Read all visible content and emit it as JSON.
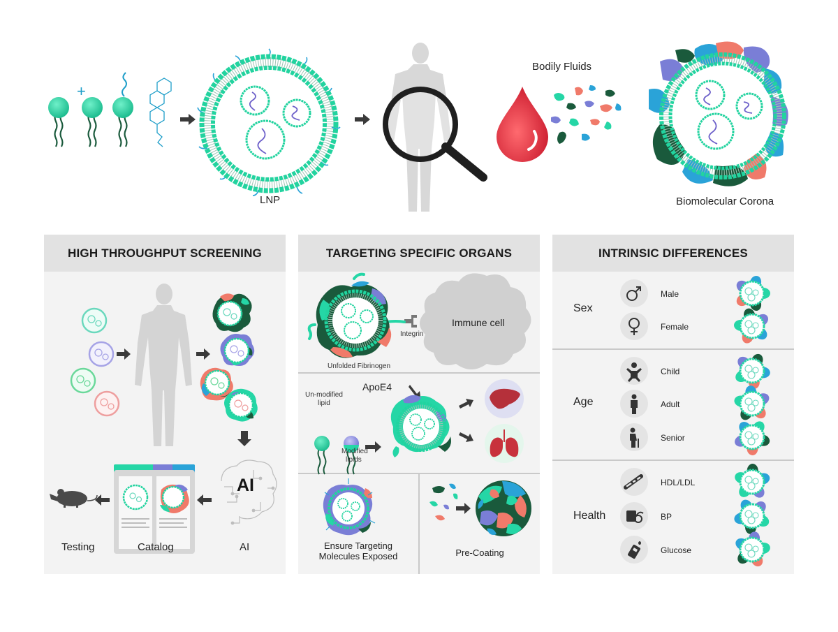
{
  "top": {
    "lnp_label": "LNP",
    "fluids_label": "Bodily Fluids",
    "corona_label": "Biomolecular Corona"
  },
  "panels": {
    "screening": {
      "title": "HIGH THROUGHPUT SCREENING",
      "testing": "Testing",
      "catalog": "Catalog",
      "ai_caption": "AI",
      "ai_mark": "AI"
    },
    "targeting": {
      "title": "TARGETING SPECIFIC ORGANS",
      "unfolded": "Unfolded Fibrinogen",
      "integrin": "Integrin",
      "immune": "Immune cell",
      "apoe4": "ApoE4",
      "unmodified_line1": "Un-modified",
      "unmodified_line2": "lipid",
      "modified_line1": "Modified",
      "modified_line2": "lipids",
      "ensure_line1": "Ensure Targeting",
      "ensure_line2": "Molecules Exposed",
      "precoat": "Pre-Coating"
    },
    "intrinsic": {
      "title": "INTRINSIC DIFFERENCES",
      "groups": [
        {
          "name": "Sex",
          "items": [
            {
              "label": "Male",
              "icon": "male-symbol-icon"
            },
            {
              "label": "Female",
              "icon": "female-symbol-icon"
            }
          ]
        },
        {
          "name": "Age",
          "items": [
            {
              "label": "Child",
              "icon": "child-icon"
            },
            {
              "label": "Adult",
              "icon": "adult-icon"
            },
            {
              "label": "Senior",
              "icon": "senior-icon"
            }
          ]
        },
        {
          "name": "Health",
          "items": [
            {
              "label": "HDL/LDL",
              "icon": "blood-vessel-icon"
            },
            {
              "label": "BP",
              "icon": "blood-pressure-icon"
            },
            {
              "label": "Glucose",
              "icon": "glucose-meter-icon"
            }
          ]
        }
      ]
    }
  },
  "colors": {
    "teal": "#25d6a6",
    "dark_green": "#1a5a3c",
    "purple": "#7a7ed6",
    "coral": "#f07a6a",
    "blue": "#2aa3d8",
    "blood": "#e8303e",
    "silhouette": "#d8d8d8"
  }
}
